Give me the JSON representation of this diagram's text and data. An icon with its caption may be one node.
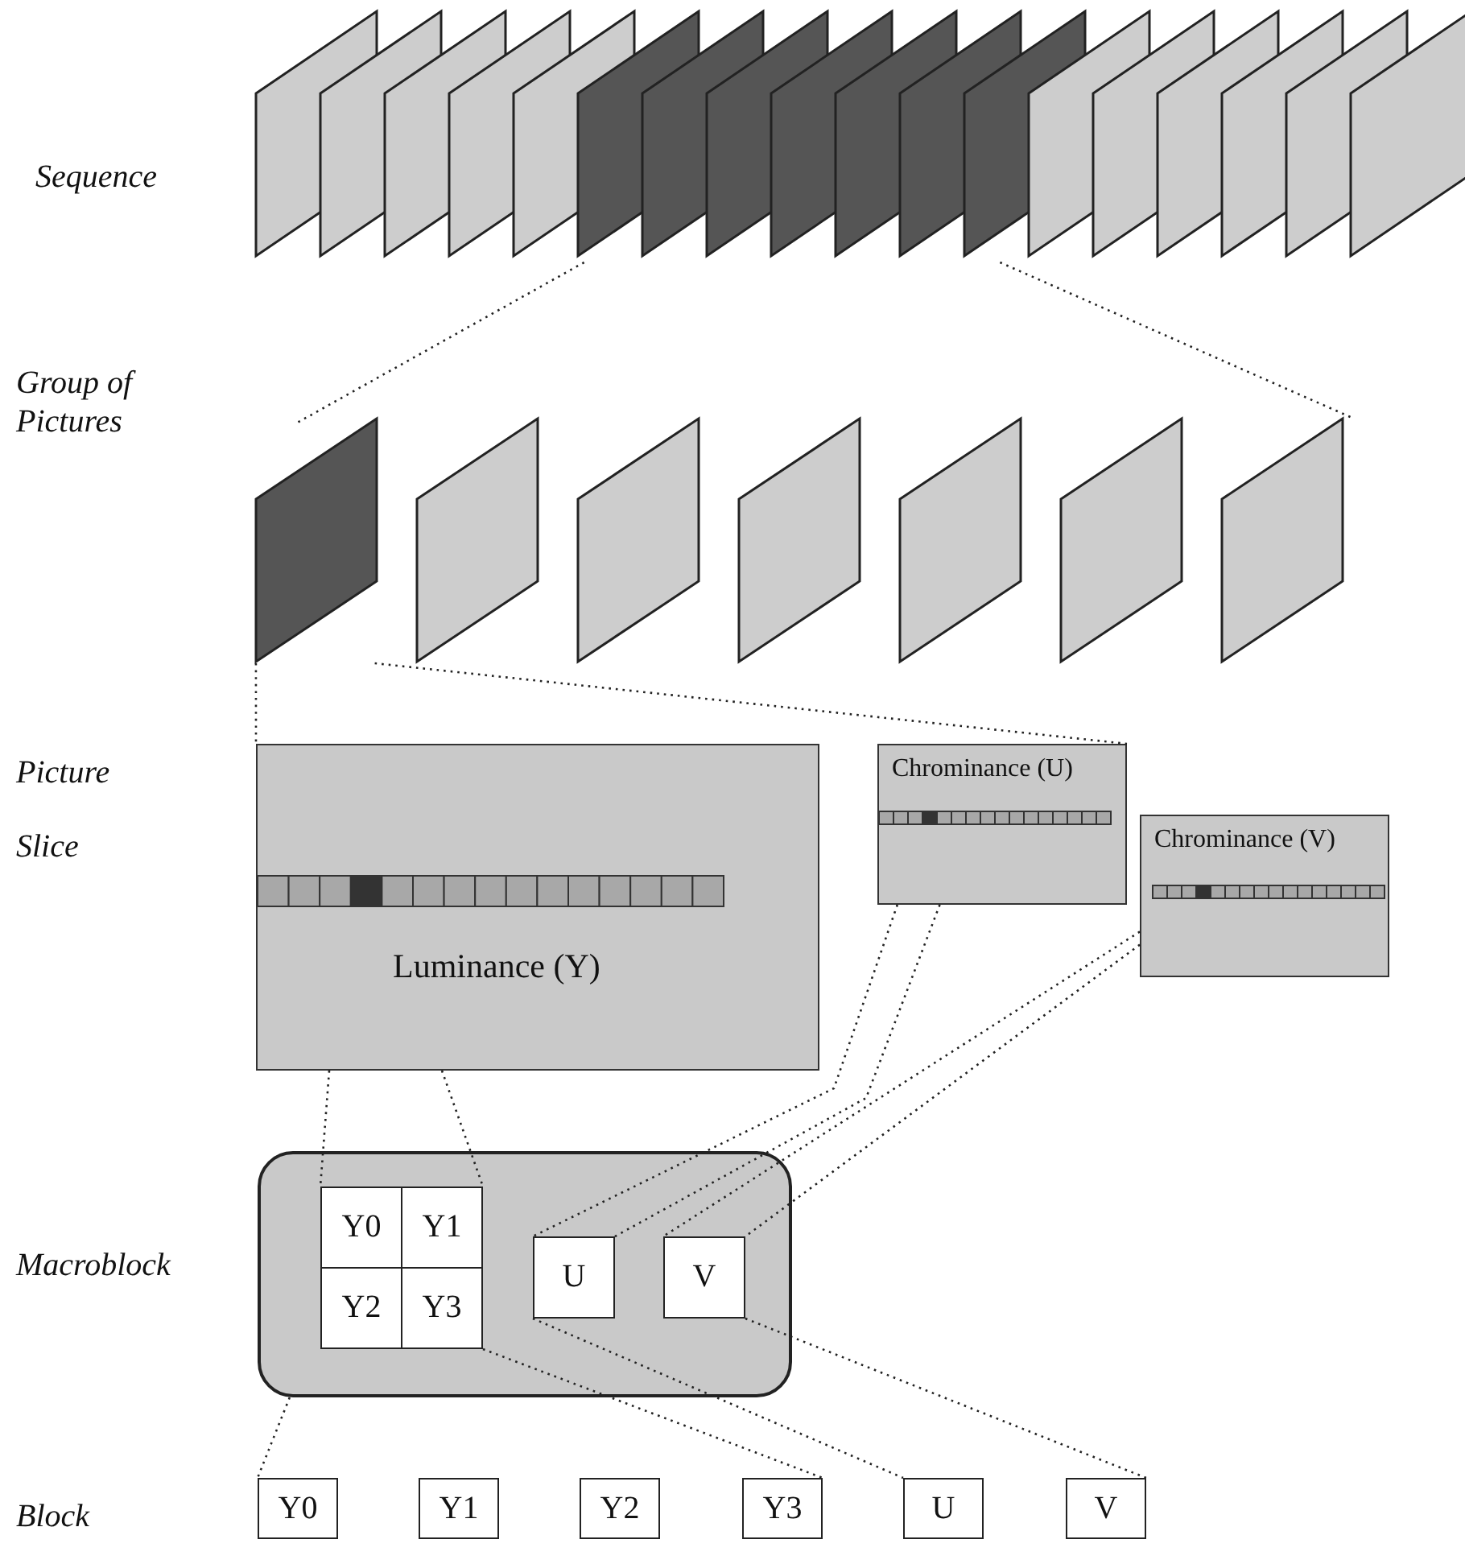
{
  "diagram": {
    "nodes": [
      {
        "text": [],
        "shape": "picture"
      },
      {
        "text": [],
        "shape": "picture"
      },
      {
        "text": [
          "Luminance (Y)"
        ]
      },
      {
        "text": [
          "Chrominance (U)"
        ]
      },
      {
        "text": [
          "Chrominance (V)"
        ]
      },
      {
        "text": [],
        "shape": "box"
      },
      {
        "text": [
          "Y0"
        ],
        "in": 5
      },
      {
        "text": [
          "Y1"
        ],
        "in": 5
      },
      {
        "text": [
          "Y2"
        ],
        "in": 5
      },
      {
        "text": [
          "Y3"
        ],
        "in": 5
      },
      {
        "text": [
          "U"
        ],
        "in": 5
      },
      {
        "text": [
          "V"
        ],
        "in": 5
      },
      {
        "text": [
          "Y0"
        ]
      },
      {
        "text": [
          "Y1"
        ]
      },
      {
        "text": [
          "Y2"
        ]
      },
      {
        "text": [
          "Y3"
        ]
      },
      {
        "text": [
          "U"
        ]
      },
      {
        "text": [
          "V"
        ]
      }
    ],
    "edges": [
      {
        "from": 0,
        "to": 1,
        "arrow": "none",
        "style": "dashed"
      },
      {
        "from": 0,
        "to": 1,
        "arrow": "none",
        "style": "dashed"
      },
      {
        "from": 1,
        "to": 2,
        "arrow": "none",
        "style": "dashed"
      },
      {
        "from": 1,
        "to": 3,
        "arrow": "none",
        "style": "dashed"
      },
      {
        "from": 2,
        "to": 6,
        "arrow": "none",
        "style": "dashed"
      },
      {
        "from": 2,
        "to": 7,
        "arrow": "none",
        "style": "dashed"
      },
      {
        "from": 3,
        "to": 10,
        "arrow": "none",
        "style": "dashed"
      },
      {
        "from": 3,
        "to": 10,
        "arrow": "none",
        "style": "dashed"
      },
      {
        "from": 4,
        "to": 11,
        "arrow": "none",
        "style": "dashed"
      },
      {
        "from": 4,
        "to": 11,
        "arrow": "none",
        "style": "dashed"
      },
      {
        "from": 5,
        "to": 12,
        "arrow": "none",
        "style": "dashed"
      },
      {
        "from": 9,
        "to": 15,
        "arrow": "none",
        "style": "dashed"
      },
      {
        "from": 10,
        "to": 16,
        "arrow": "none",
        "style": "dashed"
      },
      {
        "from": 11,
        "to": 17,
        "arrow": "none",
        "style": "dashed"
      }
    ],
    "labels": [
      "Sequence",
      "Group of Pictures",
      "Picture",
      "Slice",
      "Macroblock",
      "Block"
    ]
  }
}
